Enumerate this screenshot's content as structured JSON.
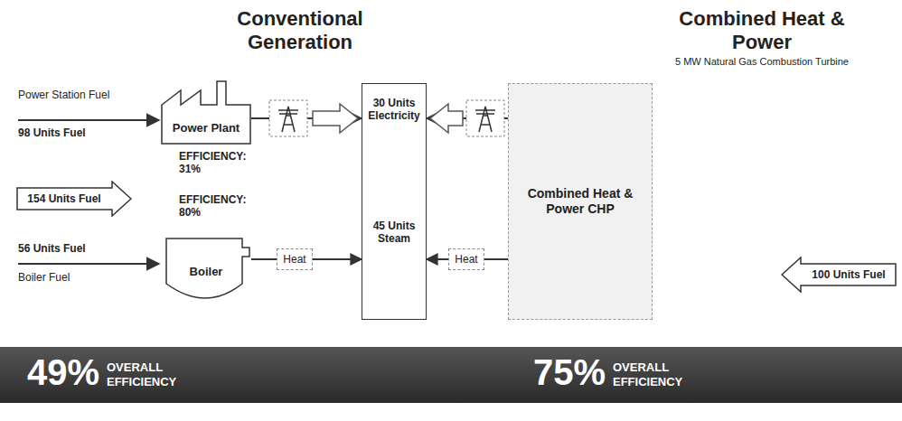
{
  "diagram": {
    "nodes": [
      {
        "text": [
          "Power Plant"
        ]
      },
      {
        "text": [
          "30 Units Electricity",
          "45 Units Steam"
        ]
      },
      {
        "text": [
          "Combined Heat & Power CHP"
        ]
      },
      {
        "text": [
          "154 Units Fuel"
        ]
      },
      {
        "text": [
          "Boiler"
        ]
      },
      {
        "text": [
          "Heat"
        ]
      },
      {
        "text": [
          "Heat"
        ]
      },
      {
        "text": [
          "100 Units Fuel"
        ]
      },
      {
        "text": [
          "49%",
          "OVERALL EFFICIENCY",
          "75%",
          "OVERALL EFFICIENCY"
        ]
      }
    ],
    "edges": [
      {
        "from": 0,
        "to": 1,
        "arrow": "to"
      },
      {
        "from": 2,
        "to": 1,
        "arrow": "to"
      },
      {
        "from": 4,
        "to": 5,
        "arrow": "none"
      },
      {
        "from": 5,
        "to": 1,
        "arrow": "to"
      },
      {
        "from": 2,
        "to": 6,
        "arrow": "none"
      },
      {
        "from": 6,
        "to": 1,
        "arrow": "to"
      }
    ],
    "labels": [
      "Conventional Generation",
      "Combined Heat & Power",
      "5 MW Natural Gas Combustion Turbine",
      "Power Station Fuel",
      "98 Units Fuel",
      "56 Units Fuel",
      "Boiler Fuel",
      "EFFICIENCY: 31%",
      "EFFICIENCY: 80%"
    ]
  }
}
